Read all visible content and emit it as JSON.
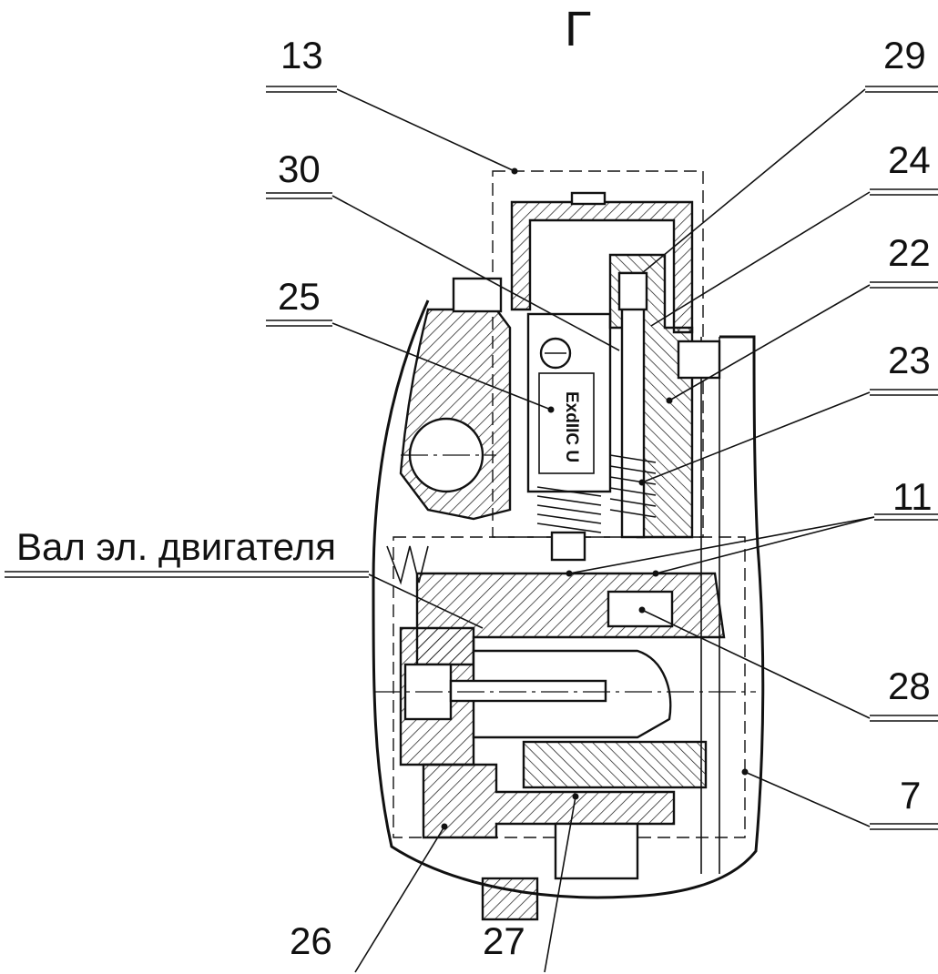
{
  "view_label": "Г",
  "callouts": {
    "c13": "13",
    "c29": "29",
    "c30": "30",
    "c24": "24",
    "c22": "22",
    "c25": "25",
    "c23": "23",
    "c11": "11",
    "c28": "28",
    "c7": "7",
    "c26": "26",
    "c27": "27"
  },
  "shaft_label": "Вал эл. двигателя",
  "marking_text": "ExdIIC U"
}
